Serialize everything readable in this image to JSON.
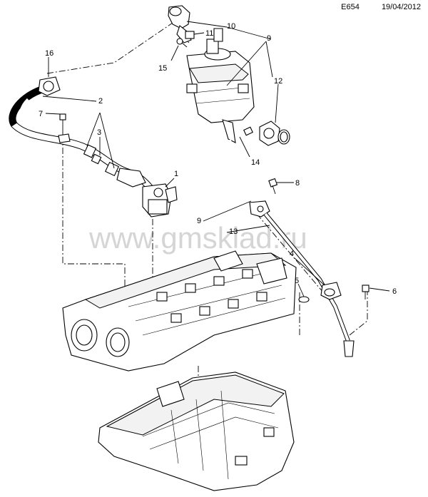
{
  "header": {
    "code": "E654",
    "date": "19/04/2012"
  },
  "watermark": "www.gmsklad.ru",
  "callouts": {
    "c1": "1",
    "c2": "2",
    "c3": "3",
    "c4": "4",
    "c5": "5",
    "c6": "6",
    "c7": "7",
    "c8": "8",
    "c9a": "9",
    "c9b": "9",
    "c10": "10",
    "c11": "11",
    "c12": "12",
    "c13": "13",
    "c14": "14",
    "c15": "15",
    "c16": "16"
  }
}
